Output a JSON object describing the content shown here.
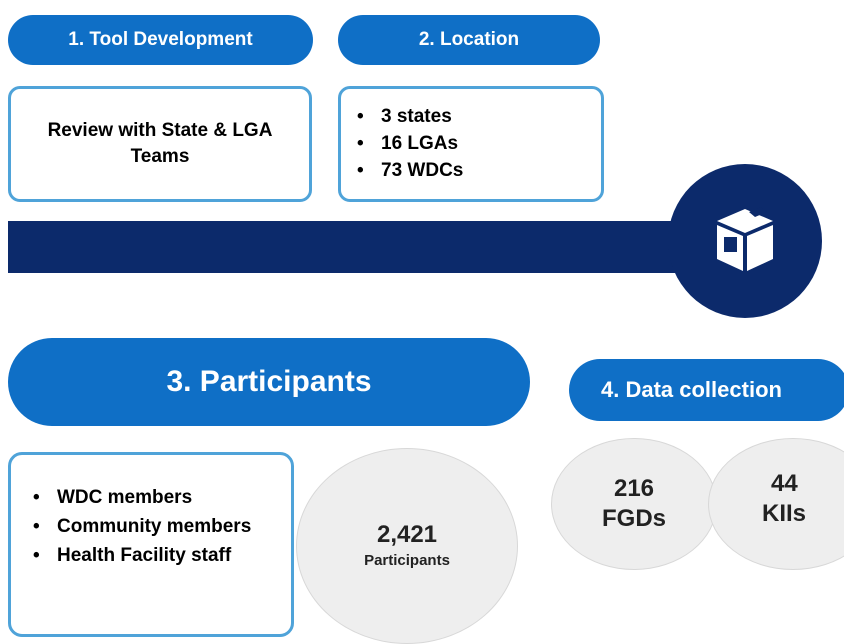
{
  "step1": {
    "title": "1. Tool Development",
    "text": "Review with State & LGA Teams"
  },
  "step2": {
    "title": "2. Location",
    "items": [
      "3 states",
      "16 LGAs",
      "73 WDCs"
    ]
  },
  "step3": {
    "title": "3. Participants",
    "items": [
      "WDC members",
      "Community members",
      "Health Facility staff"
    ],
    "total_value": "2,421",
    "total_label": "Participants"
  },
  "step4": {
    "title": "4. Data collection",
    "fgd_value": "216",
    "fgd_label": "FGDs",
    "kii_value": "44",
    "kii_label": "KIIs"
  },
  "colors": {
    "pill_blue": "#0f6fc6",
    "band_navy": "#0c2a6b",
    "box_border": "#4fa3d9",
    "circle_fill": "#eeeeee"
  },
  "icons": {
    "hub": "box-icon"
  }
}
